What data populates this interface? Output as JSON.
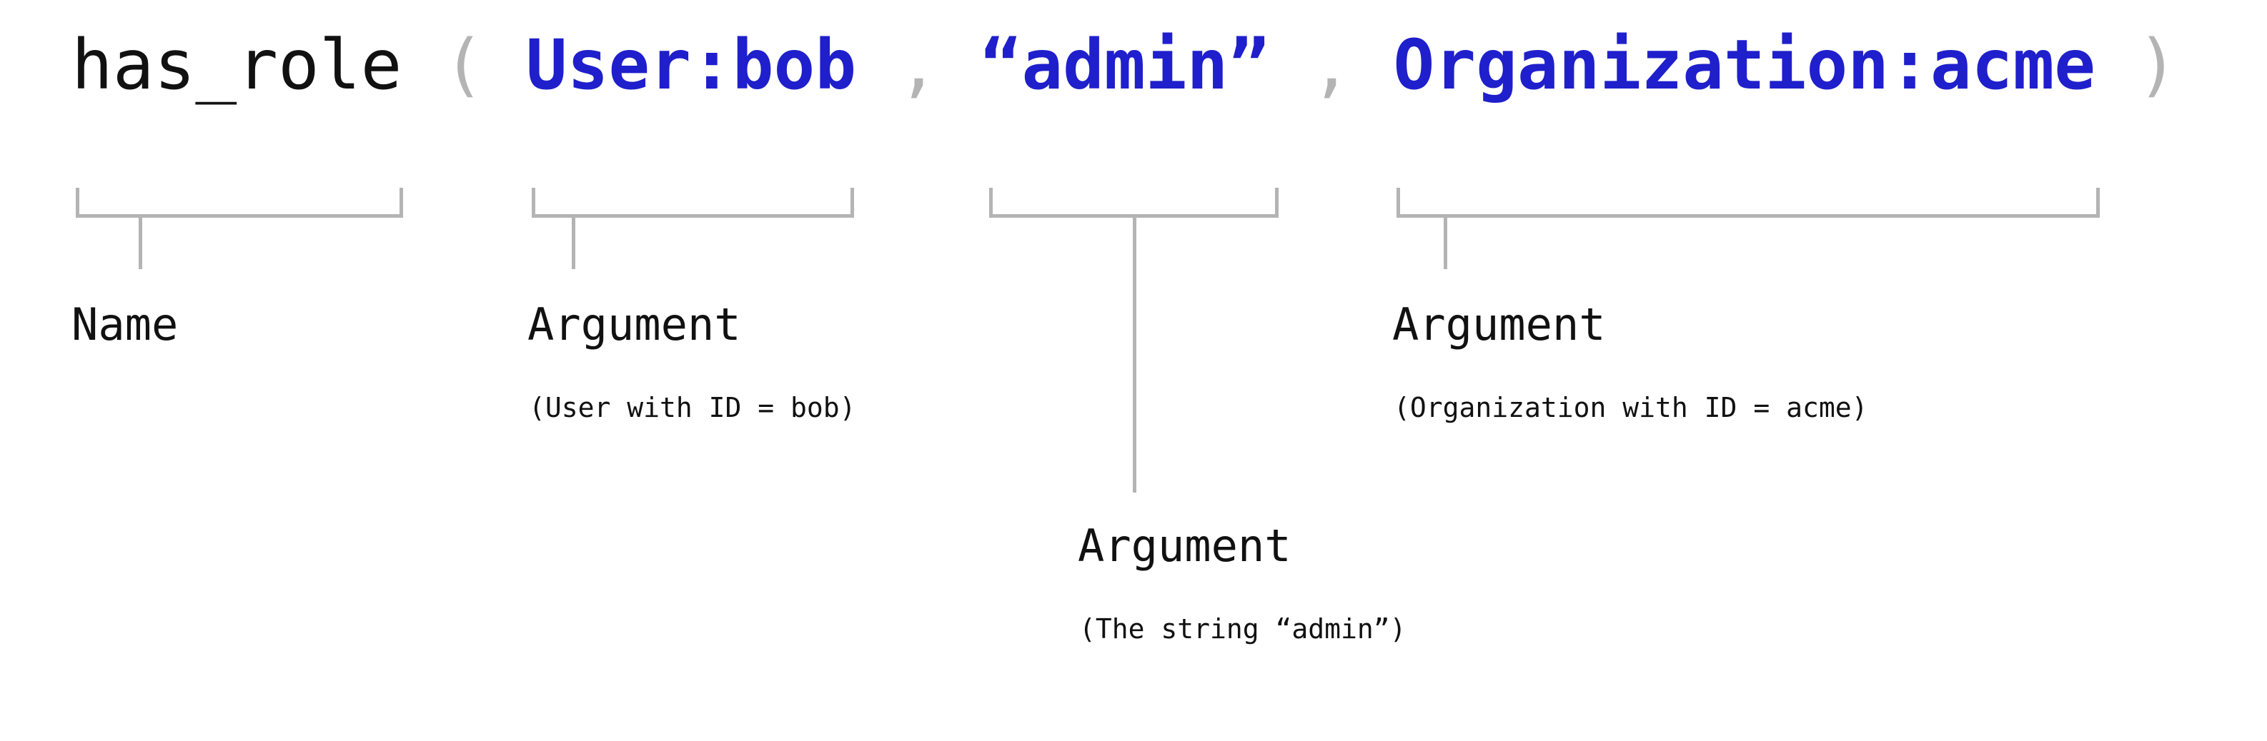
{
  "diagram": {
    "title_expression": "has_role ( User:bob , “admin” , Organization:acme )",
    "colors": {
      "argument_blue": "#1f1fcc",
      "punctuation_gray": "#b4b4b4",
      "text_black": "#111111",
      "background": "#ffffff"
    },
    "expression": {
      "predicate_name": "has_role",
      "open_paren": " ( ",
      "arg1": "User:bob",
      "comma1": " , ",
      "arg2": "“admin”",
      "comma2": " , ",
      "arg3": "Organization:acme",
      "close_paren": " )"
    },
    "annotations": [
      {
        "id": "name",
        "label": "Name",
        "sublabel": "",
        "covers": "has_role"
      },
      {
        "id": "argument-user",
        "label": "Argument",
        "sublabel": "(User with ID = bob)",
        "covers": "User:bob"
      },
      {
        "id": "argument-string",
        "label": "Argument",
        "sublabel": "(The string “admin”)",
        "covers": "“admin”"
      },
      {
        "id": "argument-organization",
        "label": "Argument",
        "sublabel": "(Organization with ID = acme)",
        "covers": "Organization:acme"
      }
    ]
  }
}
